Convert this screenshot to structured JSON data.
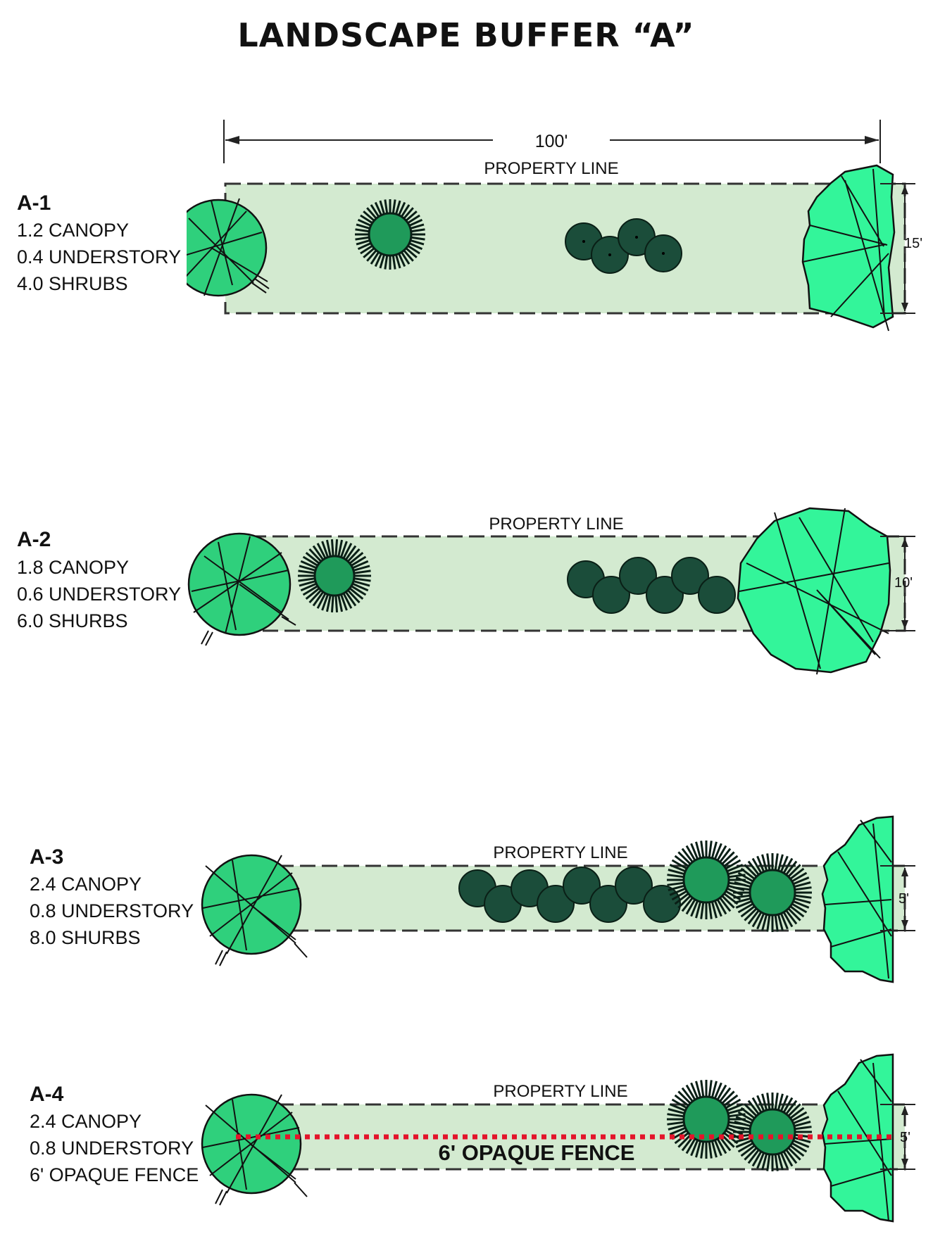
{
  "title": "LANDSCAPE BUFFER “A”",
  "dimension": {
    "length_label": "100'"
  },
  "property_line_label": "PROPERTY LINE",
  "options": [
    {
      "id": "A-1",
      "name": "A-1",
      "lines": [
        "1.2 CANOPY",
        "0.4 UNDERSTORY",
        "4.0 SHRUBS"
      ],
      "width_label": "15'"
    },
    {
      "id": "A-2",
      "name": "A-2",
      "lines": [
        "1.8 CANOPY",
        "0.6 UNDERSTORY",
        "6.0 SHURBS"
      ],
      "width_label": "10'"
    },
    {
      "id": "A-3",
      "name": "A-3",
      "lines": [
        "2.4 CANOPY",
        "0.8 UNDERSTORY",
        "8.0 SHURBS"
      ],
      "width_label": "5'"
    },
    {
      "id": "A-4",
      "name": "A-4",
      "lines": [
        "2.4 CANOPY",
        "0.8 UNDERSTORY",
        "6' OPAQUE FENCE"
      ],
      "width_label": "5'",
      "fence_label": "6' OPAQUE FENCE"
    }
  ],
  "colors": {
    "buffer_fill": "#d3ead0",
    "canopy_tree": "#2fd07c",
    "canopy_tree_large": "#33f59a",
    "shrub": "#1b4d3a",
    "understory": "#1f9a5a",
    "fence": "#e4142a"
  }
}
